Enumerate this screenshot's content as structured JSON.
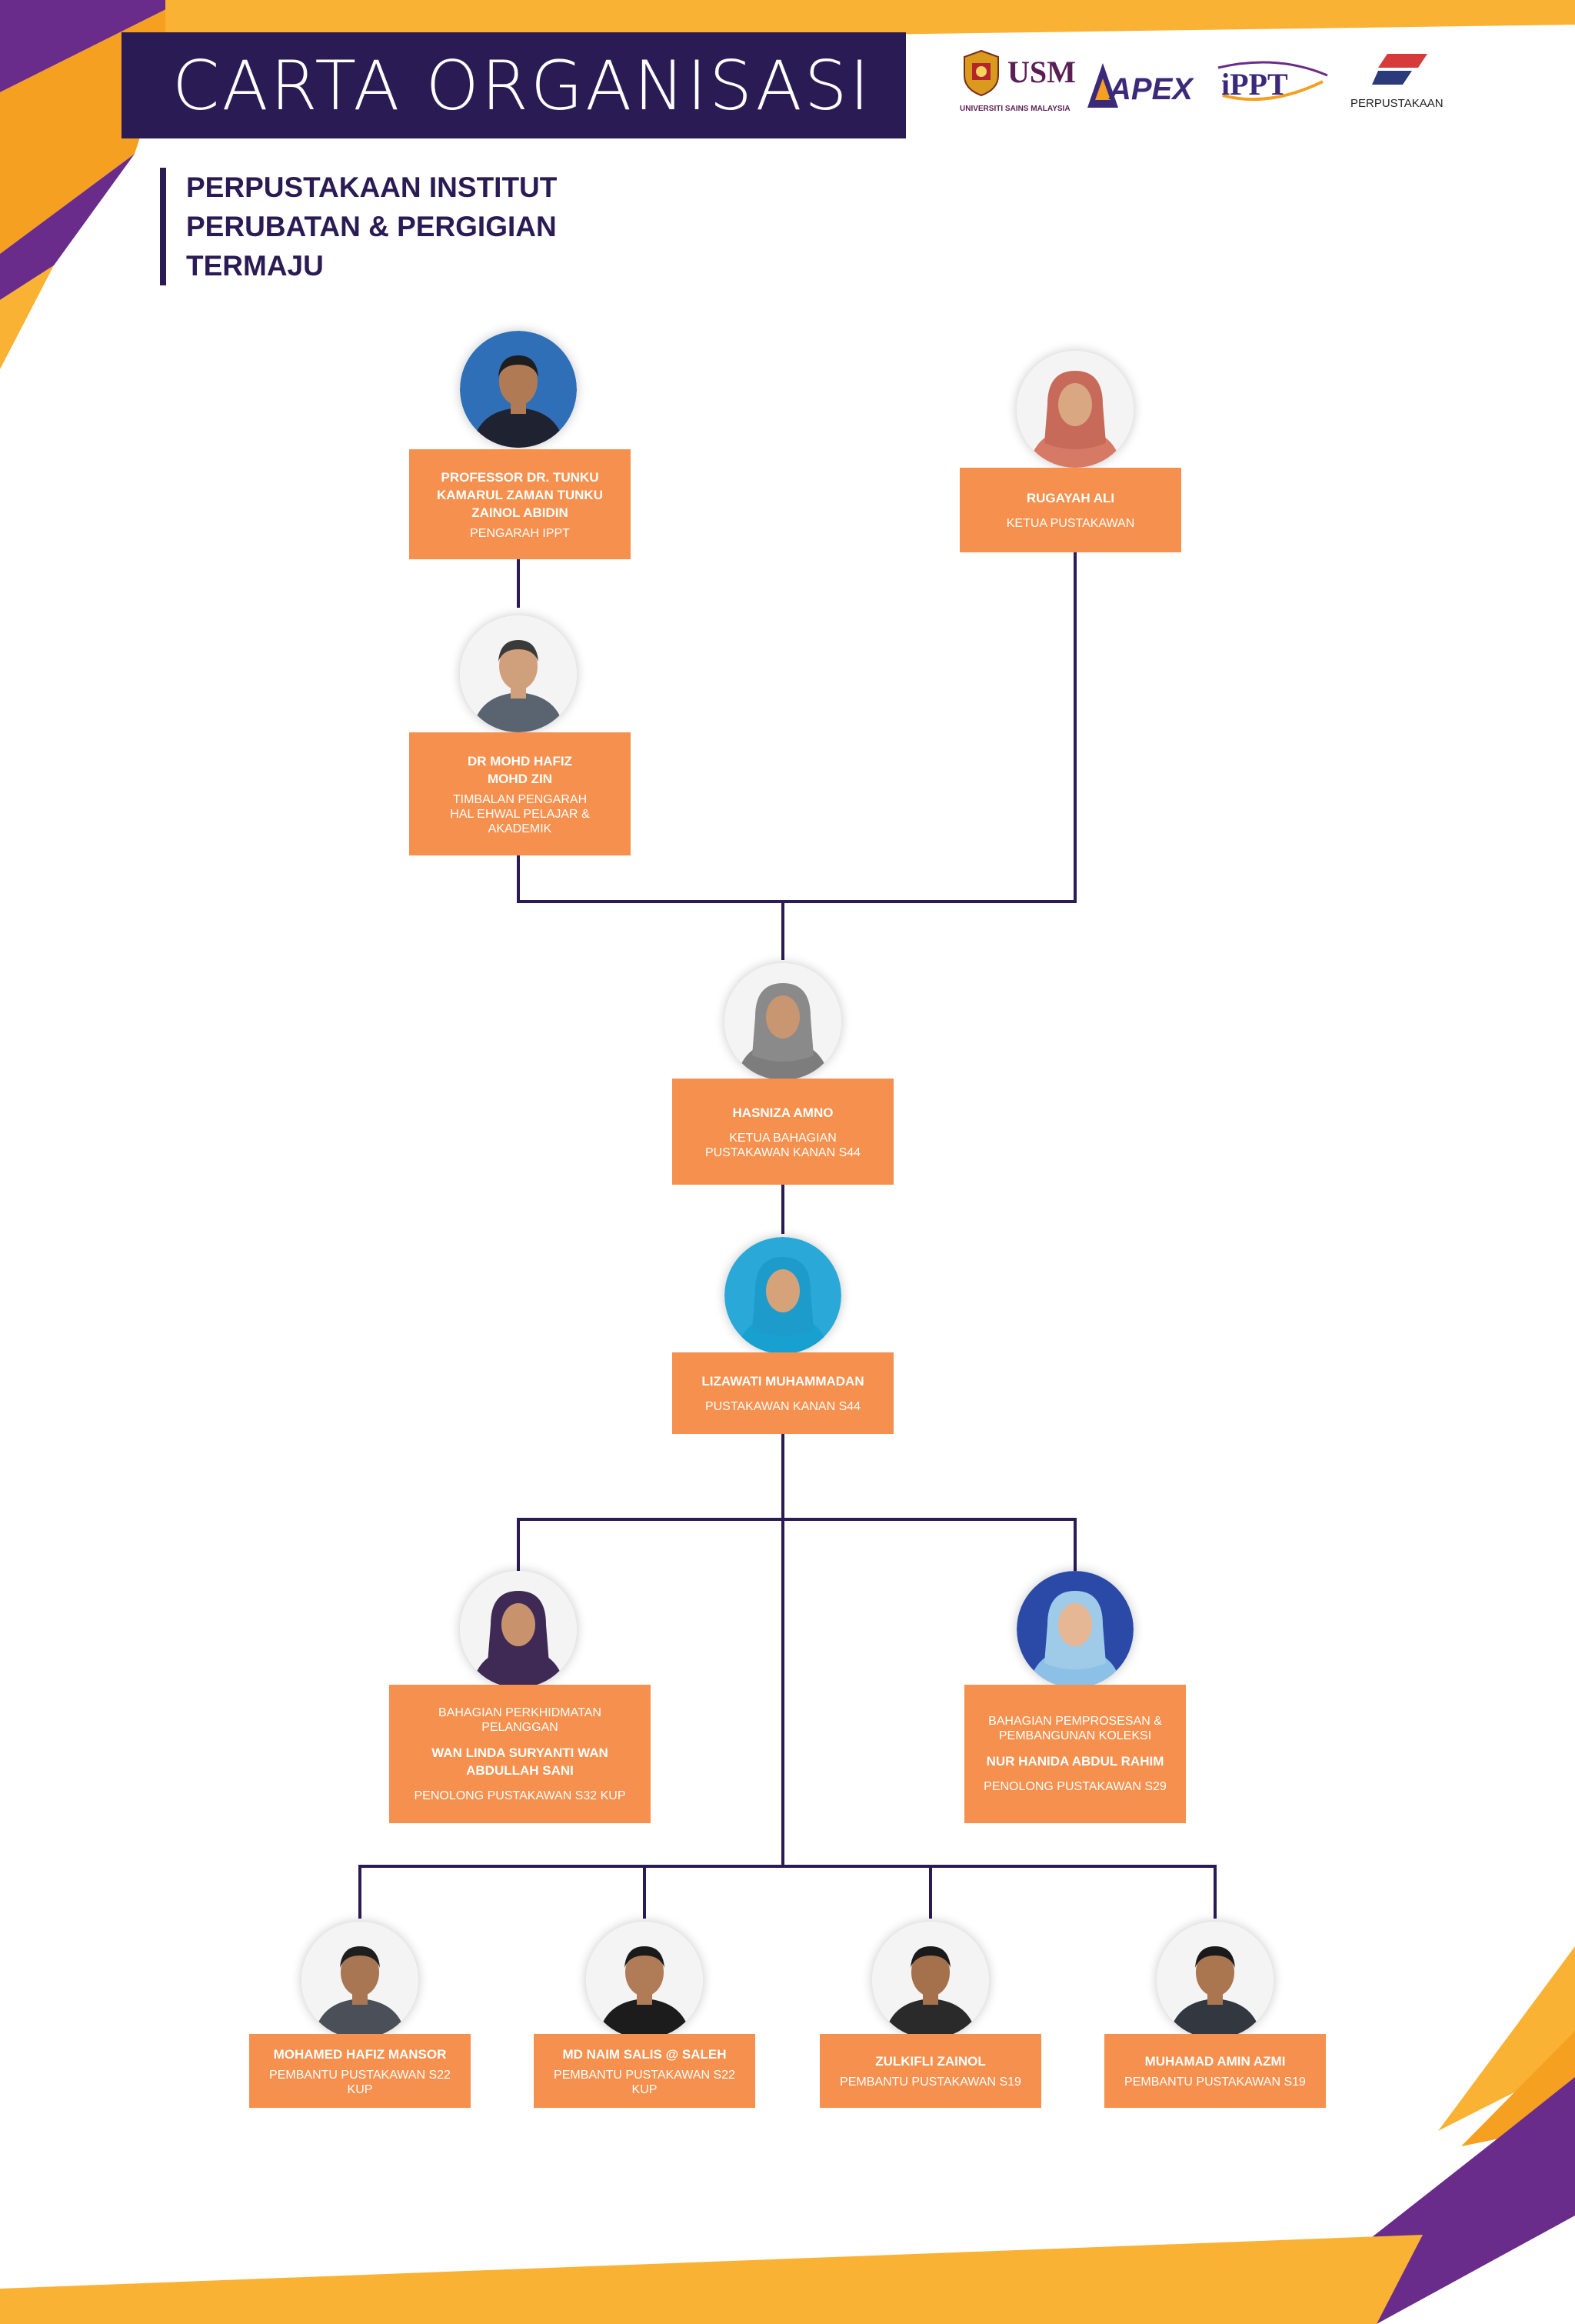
{
  "header": {
    "title": "CARTA ORGANISASI",
    "subtitle_lines": [
      "PERPUSTAKAAN INSTITUT",
      "PERUBATAN & PERGIGIAN",
      "TERMAJU"
    ]
  },
  "logos": {
    "usm": {
      "mark": "USM",
      "caption": "UNIVERSITI SAINS MALAYSIA",
      "icon": "usm-crest-icon"
    },
    "apex": {
      "text": "APEX"
    },
    "ippt": {
      "text": "iPPT"
    },
    "perpustakaan": {
      "text": "PERPUSTAKAAN",
      "icon": "library-flag-icon"
    }
  },
  "colors": {
    "navy": "#2a1b55",
    "box_orange": "#f6904e",
    "accent_orange": "#f5a020",
    "accent_yellow": "#f9b233",
    "accent_purple": "#6a2c8a",
    "line": "#2a1b55"
  },
  "people": {
    "pengarah": {
      "name_lines": [
        "PROFESSOR DR. TUNKU",
        "KAMARUL ZAMAN TUNKU",
        "ZAINOL ABIDIN"
      ],
      "role_lines": [
        "PENGARAH IPPT"
      ]
    },
    "ketua": {
      "name_lines": [
        "RUGAYAH ALI"
      ],
      "role_lines": [
        "KETUA PUSTAKAWAN"
      ]
    },
    "timbalan": {
      "name_lines": [
        "DR MOHD HAFIZ",
        "MOHD ZIN"
      ],
      "role_lines": [
        "TIMBALAN PENGARAH",
        "HAL EHWAL PELAJAR &",
        "AKADEMIK"
      ]
    },
    "hasniza": {
      "name_lines": [
        "HASNIZA AMNO"
      ],
      "role_lines": [
        "KETUA BAHAGIAN",
        "PUSTAKAWAN KANAN S44"
      ]
    },
    "lizawati": {
      "name_lines": [
        "LIZAWATI MUHAMMADAN"
      ],
      "role_lines": [
        "PUSTAKAWAN KANAN S44"
      ]
    },
    "wanlinda": {
      "unit_lines": [
        "BAHAGIAN PERKHIDMATAN",
        "PELANGGAN"
      ],
      "name_lines": [
        "WAN LINDA SURYANTI WAN",
        "ABDULLAH SANI"
      ],
      "role_lines": [
        "PENOLONG PUSTAKAWAN S32 KUP"
      ]
    },
    "nurhanida": {
      "unit_lines": [
        "BAHAGIAN PEMPROSESAN &",
        "PEMBANGUNAN KOLEKSI"
      ],
      "name_lines": [
        "NUR HANIDA ABDUL RAHIM"
      ],
      "role_lines": [
        "PENOLONG PUSTAKAWAN S29"
      ]
    },
    "hafizmansor": {
      "name_lines": [
        "MOHAMED HAFIZ MANSOR"
      ],
      "role_lines": [
        "PEMBANTU PUSTAKAWAN S22 KUP"
      ]
    },
    "naimsalis": {
      "name_lines": [
        "MD NAIM SALIS @ SALEH"
      ],
      "role_lines": [
        "PEMBANTU PUSTAKAWAN S22 KUP"
      ]
    },
    "zulkifli": {
      "name_lines": [
        "ZULKIFLI ZAINOL"
      ],
      "role_lines": [
        "PEMBANTU PUSTAKAWAN S19"
      ]
    },
    "aminazmi": {
      "name_lines": [
        "MUHAMAD AMIN AZMI"
      ],
      "role_lines": [
        "PEMBANTU PUSTAKAWAN S19"
      ]
    }
  },
  "photo_styles": {
    "pengarah": {
      "bg": "#2f6fb8",
      "skin": "#b07a55",
      "hair": "#1e1e1e",
      "clothes": "#1f2230",
      "headwear": "none"
    },
    "ketua": {
      "bg": "#f4f4f4",
      "skin": "#d9a781",
      "hair": "#c86a5a",
      "clothes": "#d67a66",
      "headwear": "hijab"
    },
    "timbalan": {
      "bg": "#f4f4f4",
      "skin": "#d0a07c",
      "hair": "#3a3a3a",
      "clothes": "#5a6470",
      "headwear": "none"
    },
    "hasniza": {
      "bg": "#f4f4f4",
      "skin": "#c89670",
      "hair": "#8a8a8a",
      "clothes": "#7d7d7d",
      "headwear": "hijab"
    },
    "lizawati": {
      "bg": "#2aa8d8",
      "skin": "#d6a27a",
      "hair": "#1d9ccc",
      "clothes": "#17a0d0",
      "headwear": "hijab"
    },
    "wanlinda": {
      "bg": "#f4f4f4",
      "skin": "#c8936c",
      "hair": "#3e2a55",
      "clothes": "#3e2a55",
      "headwear": "hijab"
    },
    "nurhanida": {
      "bg": "#2b4aa8",
      "skin": "#e6b795",
      "hair": "#9fcbe8",
      "clothes": "#8dc0e6",
      "headwear": "hijab"
    },
    "hafizmansor": {
      "bg": "#f4f4f4",
      "skin": "#a87653",
      "hair": "#1e1e1e",
      "clothes": "#4a4f58",
      "headwear": "none"
    },
    "naimsalis": {
      "bg": "#f4f4f4",
      "skin": "#b07c58",
      "hair": "#1a1a1a",
      "clothes": "#1c1c1c",
      "headwear": "none"
    },
    "zulkifli": {
      "bg": "#f4f4f4",
      "skin": "#a5704c",
      "hair": "#1a1a1a",
      "clothes": "#2a2a2a",
      "headwear": "none"
    },
    "aminazmi": {
      "bg": "#f4f4f4",
      "skin": "#a97650",
      "hair": "#1a1a1a",
      "clothes": "#333840",
      "headwear": "none"
    }
  }
}
